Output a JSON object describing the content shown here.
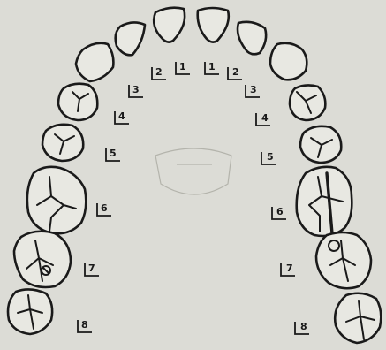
{
  "chart": {
    "labels_right": [
      "1",
      "2",
      "3",
      "4",
      "5",
      "6",
      "7",
      "8"
    ],
    "labels_left": [
      "1",
      "2",
      "3",
      "4",
      "5",
      "6",
      "7",
      "8"
    ]
  },
  "colors": {
    "background": "#dcdcd6",
    "ink": "#1a1a1a",
    "tooth_fill": "#e8e8e2"
  }
}
